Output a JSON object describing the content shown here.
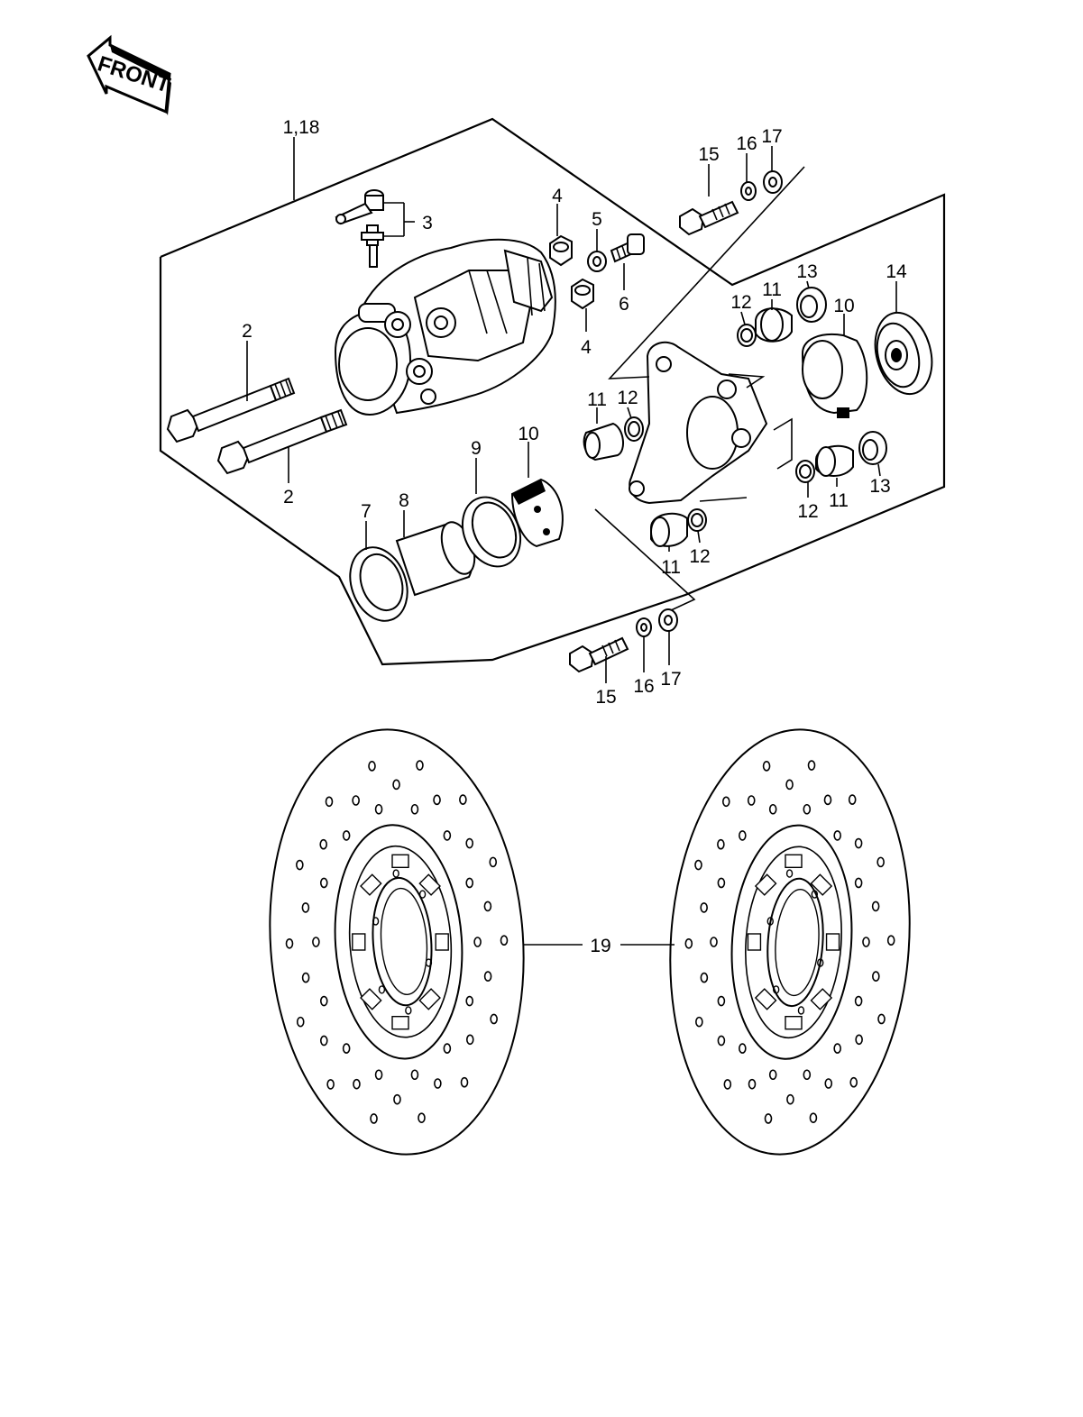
{
  "diagram": {
    "front_label": "FRONT",
    "callouts": {
      "c1_18": "1,18",
      "c2a": "2",
      "c2b": "2",
      "c3": "3",
      "c4a": "4",
      "c4b": "4",
      "c5": "5",
      "c6": "6",
      "c7": "7",
      "c8": "8",
      "c9": "9",
      "c10a": "10",
      "c10b": "10",
      "c11a": "11",
      "c11b": "11",
      "c11c": "11",
      "c11d": "11",
      "c12a": "12",
      "c12b": "12",
      "c12c": "12",
      "c12d": "12",
      "c13a": "13",
      "c13b": "13",
      "c14": "14",
      "c15a": "15",
      "c15b": "15",
      "c16a": "16",
      "c16b": "16",
      "c17a": "17",
      "c17b": "17",
      "c19": "19"
    }
  }
}
